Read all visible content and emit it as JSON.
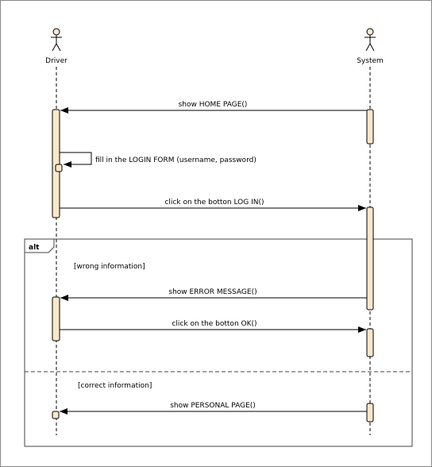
{
  "actors": [
    {
      "id": "driver",
      "label": "Driver"
    },
    {
      "id": "system",
      "label": "System"
    }
  ],
  "messages": {
    "show_home_page": "show HOME PAGE()",
    "fill_login_form": "fill in the LOGIN FORM (username, password)",
    "click_log_in": "click on the botton LOG IN()",
    "show_error_message": "show ERROR MESSAGE()",
    "click_ok": "click on the botton OK()",
    "show_personal_page": "show PERSONAL PAGE()"
  },
  "fragment": {
    "operator": "alt",
    "guards": {
      "wrong": "[wrong information]",
      "correct": "[correct information]"
    }
  },
  "colors": {
    "activation_fill": "#fbe7ca",
    "line": "#000000",
    "frame_border": "#555555"
  }
}
